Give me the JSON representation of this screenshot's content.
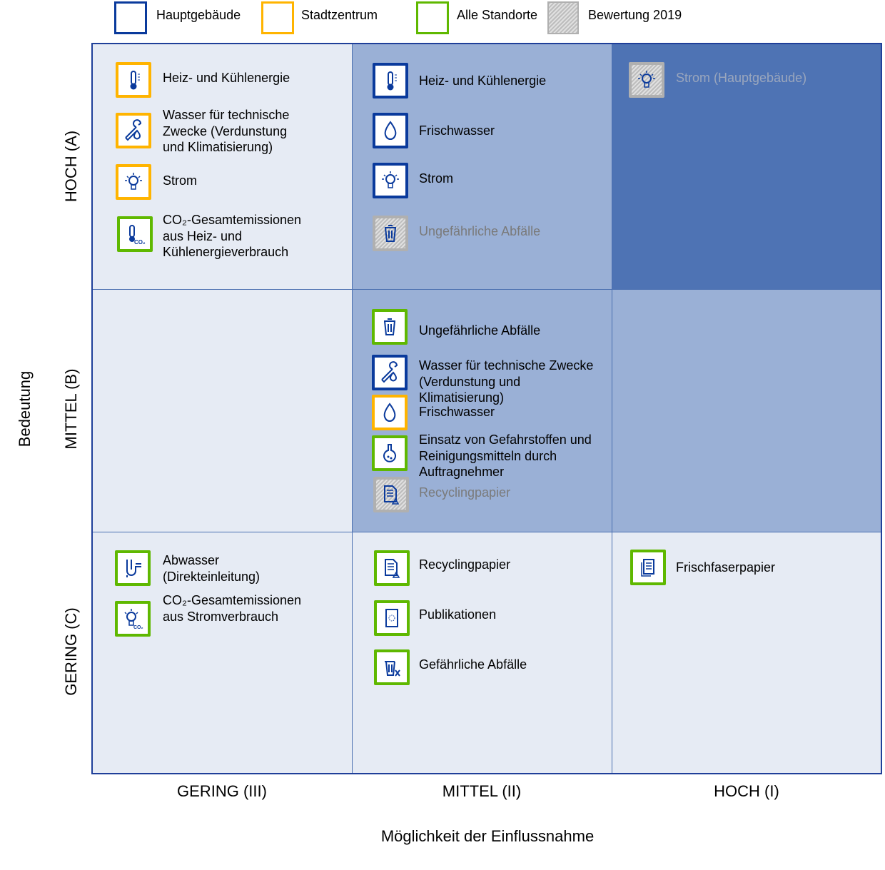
{
  "legend": [
    {
      "label": "Hauptgebäude",
      "color": "#0a3a9c"
    },
    {
      "label": "Stadtzentrum",
      "color": "#ffb400"
    },
    {
      "label": "Alle Standorte",
      "color": "#5fb800"
    },
    {
      "label": "Bewertung 2019",
      "color": "hatched-grey"
    }
  ],
  "axes": {
    "y_title": "Bedeutung",
    "rows": [
      "HOCH (A)",
      "MITTEL (B)",
      "GERING (C)"
    ],
    "x_title": "Möglichkeit der Einflussnahme",
    "cols": [
      "GERING (III)",
      "MITTEL (II)",
      "HOCH (I)"
    ]
  },
  "cells": {
    "A_III": [
      {
        "label": "Heiz- und Kühlenergie",
        "border": "orange",
        "icon": "thermometer-icon"
      },
      {
        "label": "Wasser für technische\nZwecke (Verdunstung\nund Klimatisierung)",
        "border": "orange",
        "icon": "wrench-drop-icon"
      },
      {
        "label": "Strom",
        "border": "orange",
        "icon": "lightbulb-icon"
      },
      {
        "label": "CO₂-Gesamtemissionen\naus Heiz- und\nKühlenergieverbrauch",
        "border": "green",
        "icon": "thermometer-co2-icon"
      }
    ],
    "A_II": [
      {
        "label": "Heiz- und Kühlenergie",
        "border": "blue",
        "icon": "thermometer-icon"
      },
      {
        "label": "Frischwasser",
        "border": "blue",
        "icon": "drop-icon"
      },
      {
        "label": "Strom",
        "border": "blue",
        "icon": "lightbulb-icon"
      },
      {
        "label": "Ungefährliche Abfälle",
        "border": "hatched",
        "icon": "trash-icon"
      }
    ],
    "A_I": [
      {
        "label": "Strom (Hauptgebäude)",
        "border": "hatched",
        "icon": "lightbulb-icon"
      }
    ],
    "B_II": [
      {
        "label": "Ungefährliche Abfälle",
        "border": "green",
        "icon": "trash-icon"
      },
      {
        "label": "Wasser für technische Zwecke\n(Verdunstung und\nKlimatisierung)",
        "border": "blue",
        "icon": "wrench-drop-icon"
      },
      {
        "label": "Frischwasser",
        "border": "orange",
        "icon": "drop-icon"
      },
      {
        "label": "Einsatz von Gefahrstoffen und\nReinigungsmitteln durch\nAuftragnehmer",
        "border": "green",
        "icon": "flask-icon"
      },
      {
        "label": "Recyclingpapier",
        "border": "hatched",
        "icon": "recycling-paper-icon"
      }
    ],
    "C_III": [
      {
        "label": "Abwasser\n(Direkteinleitung)",
        "border": "green",
        "icon": "pipe-icon"
      },
      {
        "label": "CO₂-Gesamtemissionen\naus Stromverbrauch",
        "border": "green",
        "icon": "lightbulb-co2-icon"
      }
    ],
    "C_II": [
      {
        "label": "Recyclingpapier",
        "border": "green",
        "icon": "recycling-paper-icon"
      },
      {
        "label": "Publikationen",
        "border": "green",
        "icon": "publication-icon"
      },
      {
        "label": "Gefährliche Abfälle",
        "border": "green",
        "icon": "hazard-trash-icon"
      }
    ],
    "C_I": [
      {
        "label": "Frischfaserpapier",
        "border": "green",
        "icon": "paper-icon"
      }
    ]
  }
}
